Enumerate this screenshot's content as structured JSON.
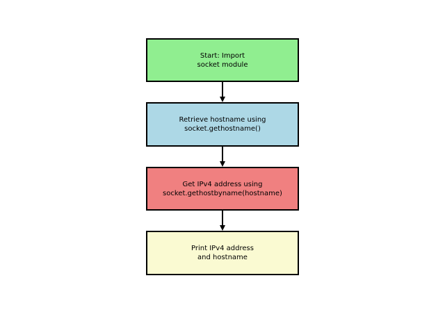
{
  "page": {
    "background": "#ffffff"
  },
  "diagram": {
    "type": "flowchart",
    "direction": "top-down",
    "arrow_color": "#000000",
    "border_color": "#000000",
    "text_color": "#000000",
    "nodes": [
      {
        "id": "start",
        "lines": [
          "Start: Import",
          "socket module"
        ],
        "fill": "#90EE90"
      },
      {
        "id": "retrieve-hostname",
        "lines": [
          "Retrieve hostname using",
          "socket.gethostname()"
        ],
        "fill": "#ADD8E6"
      },
      {
        "id": "get-ipv4",
        "lines": [
          "Get IPv4 address using",
          "socket.gethostbyname(hostname)"
        ],
        "fill": "#F08080"
      },
      {
        "id": "print-output",
        "lines": [
          "Print IPv4 address",
          "and hostname"
        ],
        "fill": "#FAFAD2"
      }
    ],
    "edges": [
      {
        "from": "start",
        "to": "retrieve-hostname",
        "arrow": "down"
      },
      {
        "from": "retrieve-hostname",
        "to": "get-ipv4",
        "arrow": "down"
      },
      {
        "from": "get-ipv4",
        "to": "print-output",
        "arrow": "down"
      }
    ]
  }
}
